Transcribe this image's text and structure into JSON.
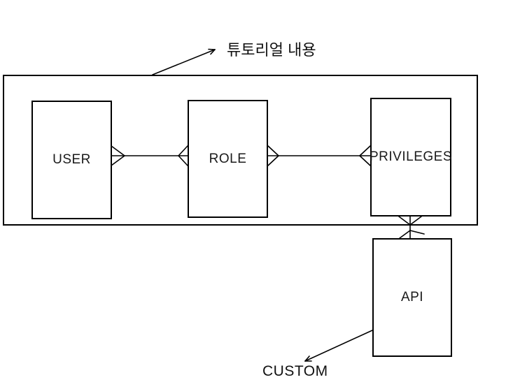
{
  "diagram": {
    "title_annotation": "튜토리얼 내용",
    "bottom_annotation": "CUSTOM",
    "entities": {
      "user": {
        "label": "USER"
      },
      "role": {
        "label": "ROLE"
      },
      "privileges": {
        "label": "PRIVILEGES"
      },
      "api": {
        "label": "API"
      }
    },
    "relationships": [
      {
        "from": "USER",
        "to": "ROLE",
        "cardinality": "many-to-many",
        "notation": "crow's foot"
      },
      {
        "from": "ROLE",
        "to": "PRIVILEGES",
        "cardinality": "many-to-many",
        "notation": "crow's foot"
      },
      {
        "from": "PRIVILEGES",
        "to": "API",
        "cardinality": "many-to-many",
        "notation": "crow's foot"
      }
    ],
    "colors": {
      "line": "#000000",
      "background": "#ffffff",
      "text": "#1a1a1a"
    }
  }
}
